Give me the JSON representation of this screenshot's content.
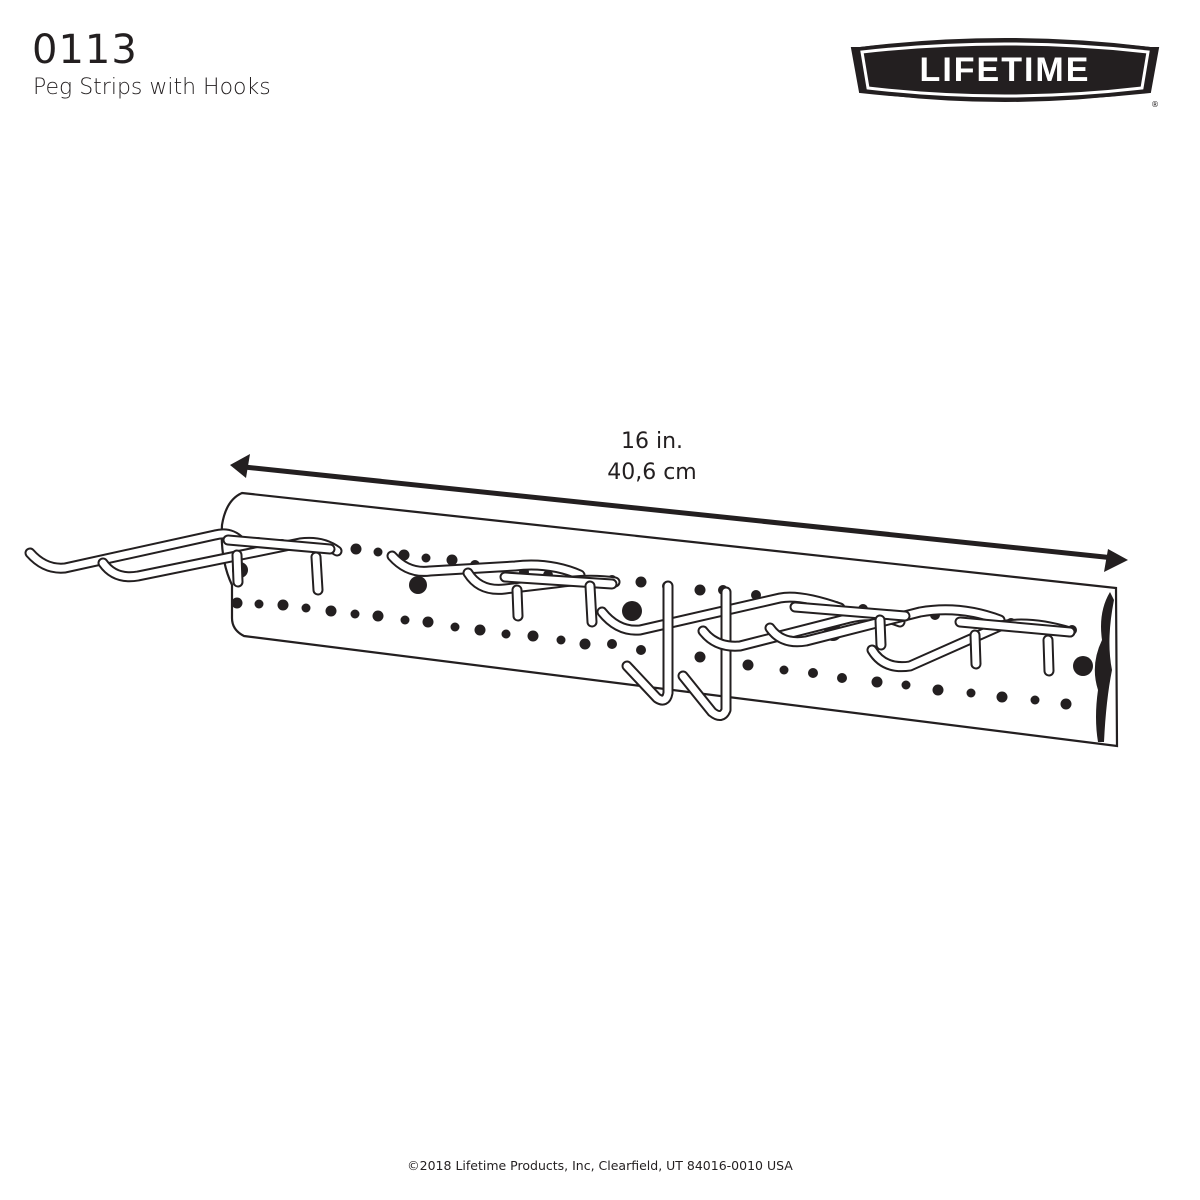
{
  "header": {
    "model_number": "0113",
    "product_name": "Peg Strips with Hooks"
  },
  "brand": {
    "logo_text": "LIFETIME",
    "registered_mark": "®",
    "logo_color": "#231f20",
    "logo_text_color": "#ffffff"
  },
  "dimension": {
    "length_imperial": "16 in.",
    "length_metric": "40,6 cm",
    "arrow_icon": "double-headed-arrow"
  },
  "illustration": {
    "subject": "peg strip with hooks",
    "line_color": "#231f20",
    "background_color": "#ffffff"
  },
  "footer": {
    "copyright": "©2018 Lifetime Products, Inc, Clearfield, UT 84016-0010 USA"
  }
}
